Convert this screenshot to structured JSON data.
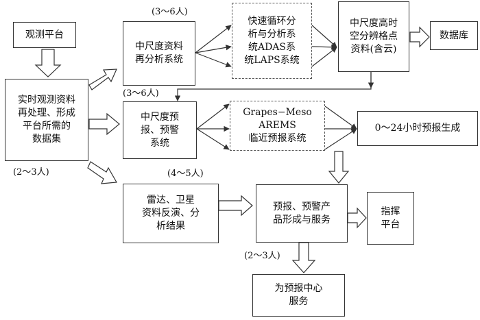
{
  "nodes": {
    "observation_platform": "观测平台",
    "realtime_processing": "实时观测资料\n再处理、形成\n平台所需的\n数据集",
    "mesoscale_reanalysis": "中尺度资料\n再分析系统",
    "adas_laps": "快速循环分\n析与分析系\n统ADAS系\n统LAPS系统",
    "highres_grid": "中尺度高时\n空分辨格点\n资料(含云)",
    "database": "数据库",
    "mesoscale_forecast": "中尺度预\n报、预警\n系统",
    "grapes_arems": "Grapes−Meso\nAREMS\n临近预报系统",
    "forecast_0_24h": "0～24小时预报生成",
    "radar_satellite": "雷达、卫星\n资料反演、分\n析结果",
    "product_service": "预报、预警产\n品形成与服务",
    "command_platform": "指挥\n平台",
    "center_service": "为预报中心\n服务"
  },
  "staff_labels": {
    "reanalysis_staff": "(3～6人)",
    "forecast_staff": "(3～6人)",
    "processing_staff": "(2～3人)",
    "radar_staff": "(4～5人)",
    "service_staff": "(2～3人)"
  },
  "colors": {
    "line": "#333333",
    "text": "#111111",
    "background": "#ffffff"
  }
}
